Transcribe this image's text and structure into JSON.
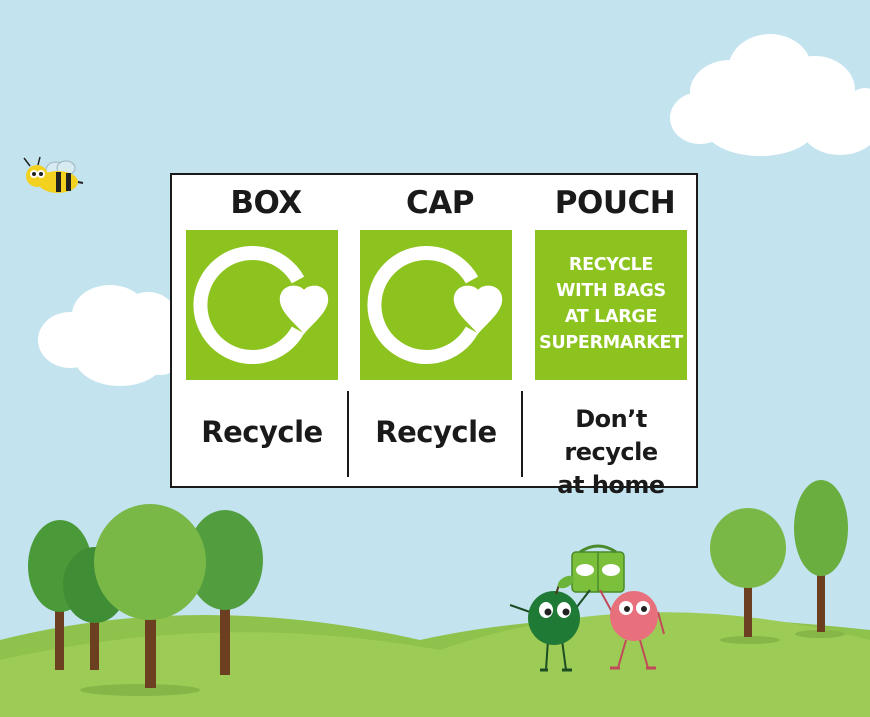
{
  "columns": [
    {
      "heading": "BOX",
      "icon": "recycle-icon",
      "status": "Recycle"
    },
    {
      "heading": "CAP",
      "icon": "recycle-icon",
      "status": "Recycle"
    },
    {
      "heading": "POUCH",
      "tile_text": "RECYCLE\nWITH BAGS\nAT LARGE\nSUPERMARKET",
      "status": "Don’t recycle\nat home"
    }
  ],
  "colors": {
    "sky": "#c3e3ef",
    "recycle_green": "#8cc31f",
    "grass": "#9ccc55",
    "text": "#1a1a1a"
  }
}
